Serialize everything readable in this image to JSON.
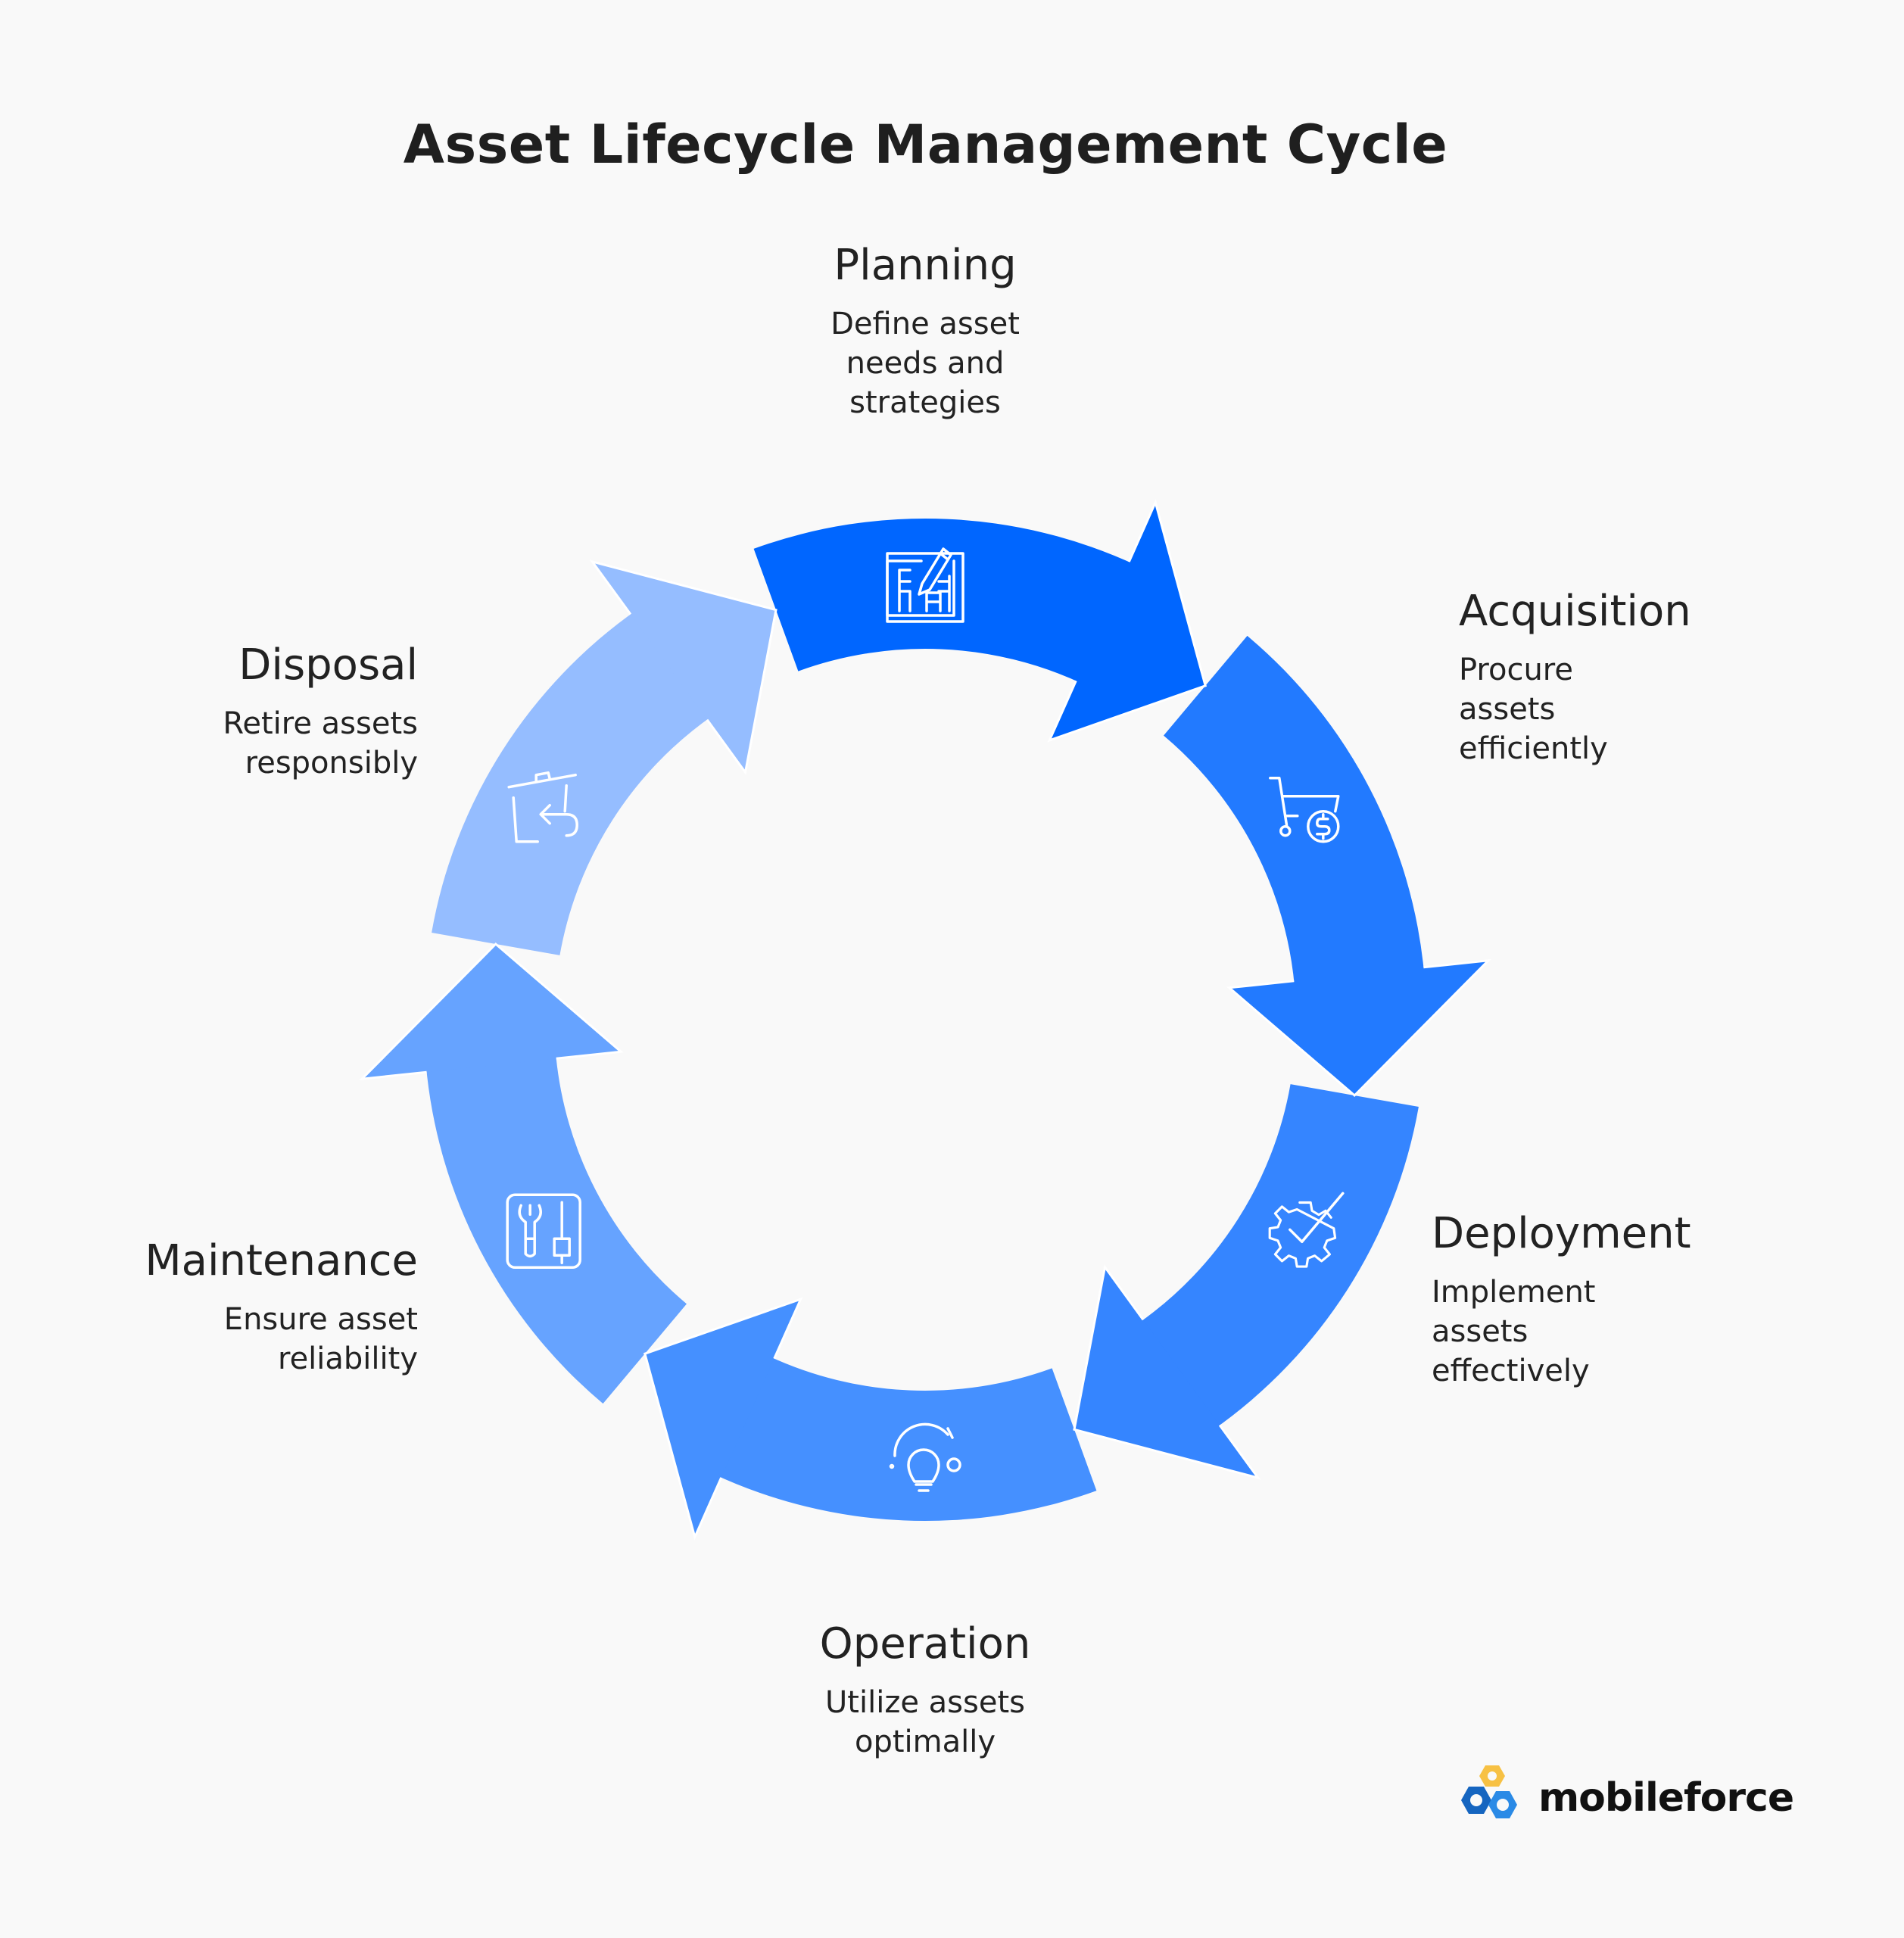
{
  "title": "Asset Lifecycle Management Cycle",
  "stages": [
    {
      "name": "Planning",
      "desc": [
        "Define asset",
        "needs and",
        "strategies"
      ],
      "color": "#0066ff",
      "icon": "blueprint-pencil-icon"
    },
    {
      "name": "Acquisition",
      "desc": [
        "Procure",
        "assets",
        "efficiently"
      ],
      "color": "#227aff",
      "icon": "shopping-cart-dollar-icon"
    },
    {
      "name": "Deployment",
      "desc": [
        "Implement",
        "assets",
        "effectively"
      ],
      "color": "#3585ff",
      "icon": "gear-check-icon"
    },
    {
      "name": "Operation",
      "desc": [
        "Utilize assets",
        "optimally"
      ],
      "color": "#4590ff",
      "icon": "lightbulb-icon"
    },
    {
      "name": "Maintenance",
      "desc": [
        "Ensure asset",
        "reliability"
      ],
      "color": "#66a3ff",
      "icon": "wrench-tools-icon"
    },
    {
      "name": "Disposal",
      "desc": [
        "Retire assets",
        "responsibly"
      ],
      "color": "#95bdff",
      "icon": "trash-recycle-icon"
    }
  ],
  "logo": {
    "text": "mobileforce",
    "colors": [
      "#f7c144",
      "#1565c0",
      "#2a8ae6"
    ]
  }
}
